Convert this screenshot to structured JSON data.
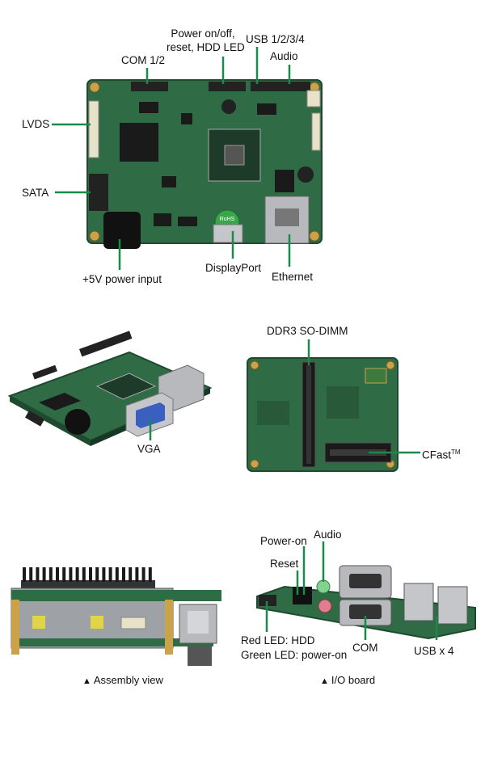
{
  "top_board": {
    "labels": {
      "com": "COM 1/2",
      "power_line1": "Power on/off,",
      "power_line2": "reset, HDD LED",
      "usb": "USB 1/2/3/4",
      "audio": "Audio",
      "lvds": "LVDS",
      "sata": "SATA",
      "power_input": "+5V power input",
      "displayport": "DisplayPort",
      "ethernet": "Ethernet",
      "rohs": "RoHS"
    }
  },
  "middle_left": {
    "labels": {
      "vga": "VGA"
    }
  },
  "middle_right": {
    "labels": {
      "ddr3": "DDR3 SO-DIMM",
      "cfast": "CFast",
      "cfast_tm": "TM"
    }
  },
  "bottom_left": {
    "caption": "Assembly view"
  },
  "bottom_right": {
    "labels": {
      "power_on": "Power-on",
      "audio": "Audio",
      "reset": "Reset",
      "red_led": "Red LED: HDD",
      "green_led": "Green LED: power-on",
      "com": "COM",
      "usb": "USB x 4"
    },
    "caption": "I/O board"
  },
  "colors": {
    "pcb": "#2f6b45",
    "pcb_dark": "#1f4a30",
    "leader_line": "#1a8a4a",
    "gold": "#c9a24a",
    "connector_silver": "#b7b9bd"
  }
}
